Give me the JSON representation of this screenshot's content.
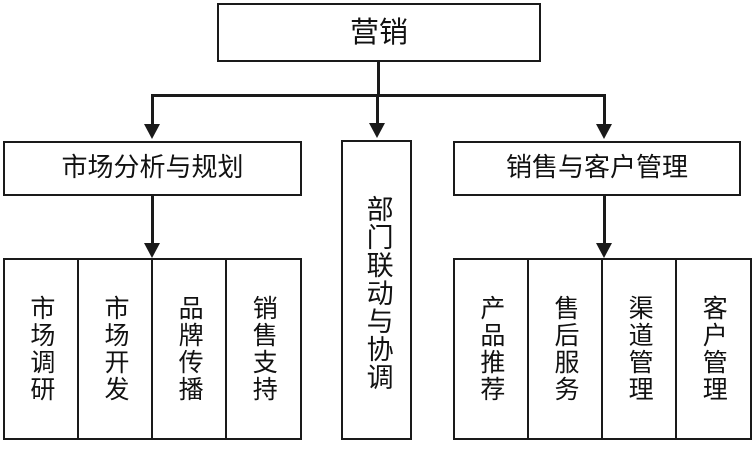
{
  "diagram": {
    "type": "organizational-hierarchy",
    "title_node": {
      "id": "root",
      "label": "营销"
    },
    "branches": [
      {
        "id": "branch-left",
        "label": "市场分析与规划",
        "orientation": "horizontal",
        "children": [
          {
            "id": "leaf-market-research",
            "label": "市场调研"
          },
          {
            "id": "leaf-market-development",
            "label": "市场开发"
          },
          {
            "id": "leaf-brand-communication",
            "label": "品牌传播"
          },
          {
            "id": "leaf-sales-support",
            "label": "销售支持"
          }
        ]
      },
      {
        "id": "branch-middle",
        "label": "部门联动与协调",
        "orientation": "vertical",
        "children": []
      },
      {
        "id": "branch-right",
        "label": "销售与客户管理",
        "orientation": "horizontal",
        "children": [
          {
            "id": "leaf-product-recommendation",
            "label": "产品推荐"
          },
          {
            "id": "leaf-after-sales-service",
            "label": "售后服务"
          },
          {
            "id": "leaf-channel-management",
            "label": "渠道管理"
          },
          {
            "id": "leaf-customer-management",
            "label": "客户管理"
          }
        ]
      }
    ],
    "colors": {
      "stroke": "#1a1a1a",
      "fill": "#ffffff",
      "text": "#111111"
    }
  }
}
